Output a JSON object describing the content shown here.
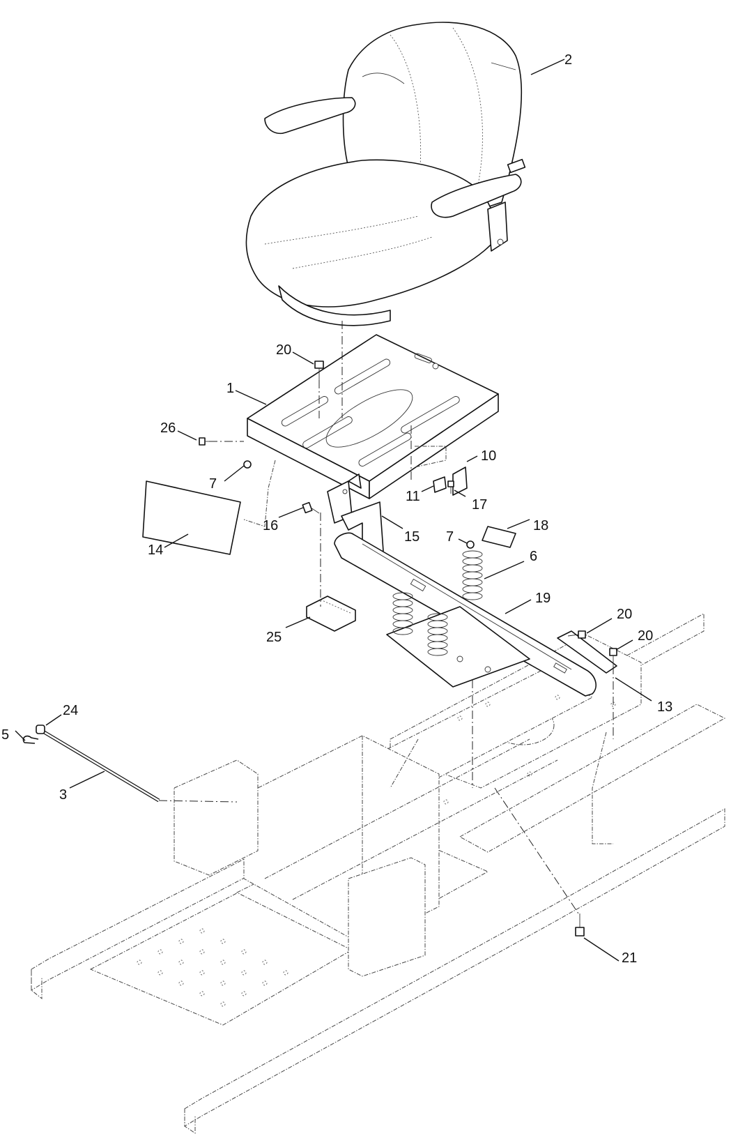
{
  "callouts": [
    {
      "key": "c1",
      "label": "1"
    },
    {
      "key": "c2",
      "label": "2"
    },
    {
      "key": "c3",
      "label": "3"
    },
    {
      "key": "c5",
      "label": "5"
    },
    {
      "key": "c6",
      "label": "6"
    },
    {
      "key": "c7a",
      "label": "7"
    },
    {
      "key": "c7b",
      "label": "7"
    },
    {
      "key": "c10",
      "label": "10"
    },
    {
      "key": "c11",
      "label": "11"
    },
    {
      "key": "c13",
      "label": "13"
    },
    {
      "key": "c14",
      "label": "14"
    },
    {
      "key": "c15",
      "label": "15"
    },
    {
      "key": "c16",
      "label": "16"
    },
    {
      "key": "c17",
      "label": "17"
    },
    {
      "key": "c18",
      "label": "18"
    },
    {
      "key": "c19",
      "label": "19"
    },
    {
      "key": "c20a",
      "label": "20"
    },
    {
      "key": "c20b",
      "label": "20"
    },
    {
      "key": "c20c",
      "label": "20"
    },
    {
      "key": "c21",
      "label": "21"
    },
    {
      "key": "c24",
      "label": "24"
    },
    {
      "key": "c25",
      "label": "25"
    },
    {
      "key": "c26",
      "label": "26"
    }
  ]
}
